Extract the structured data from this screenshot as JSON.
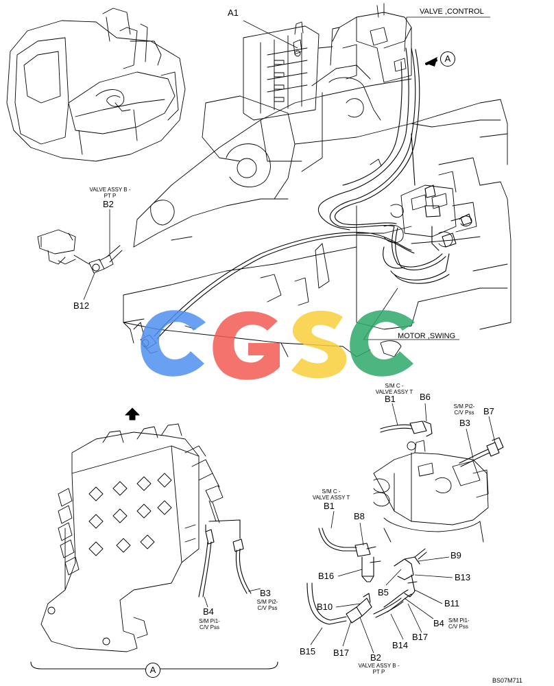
{
  "labels": {
    "a1": "A1",
    "valve_control": "VALVE ,CONTROL",
    "view_a_top": "A",
    "view_a_bottom": "A",
    "motor_swing": "MOTOR ,SWING",
    "b2_top_desc": "VALVE ASSY B -\nPT P",
    "b2_top": "B2",
    "b12": "B12",
    "b1_right_desc": "S/M C -\nVALVE ASSY T",
    "b1_right": "B1",
    "b6": "B6",
    "b3_right_desc": "S/M Pi2-\nC/V Pss",
    "b3_right": "B3",
    "b7": "B7",
    "b1_mid_desc": "S/M C -\nVALVE ASSY T",
    "b1_mid": "B1",
    "b8": "B8",
    "b9": "B9",
    "b16": "B16",
    "b13": "B13",
    "b5": "B5",
    "b10": "B10",
    "b11": "B11",
    "b4_right": "B4",
    "b4_right_desc": "S/M Pi1-\nC/V Pss",
    "b15": "B15",
    "b17_left": "B17",
    "b2_bottom": "B2",
    "b14": "B14",
    "b17_right": "B17",
    "b2_bottom_desc": "VALVE ASSY B -\nPT P",
    "b3_left": "B3",
    "b3_left_desc": "S/M Pi2-\nC/V Pss",
    "b4_left": "B4",
    "b4_left_desc": "S/M Pi1-\nC/V Pss",
    "drawing_no": "BS07M711"
  },
  "watermark": {
    "letters": [
      "C",
      "G",
      "S",
      "C"
    ],
    "colors": [
      "#4f8ff0",
      "#f25c54",
      "#f8cf3a",
      "#2ea86a"
    ]
  }
}
